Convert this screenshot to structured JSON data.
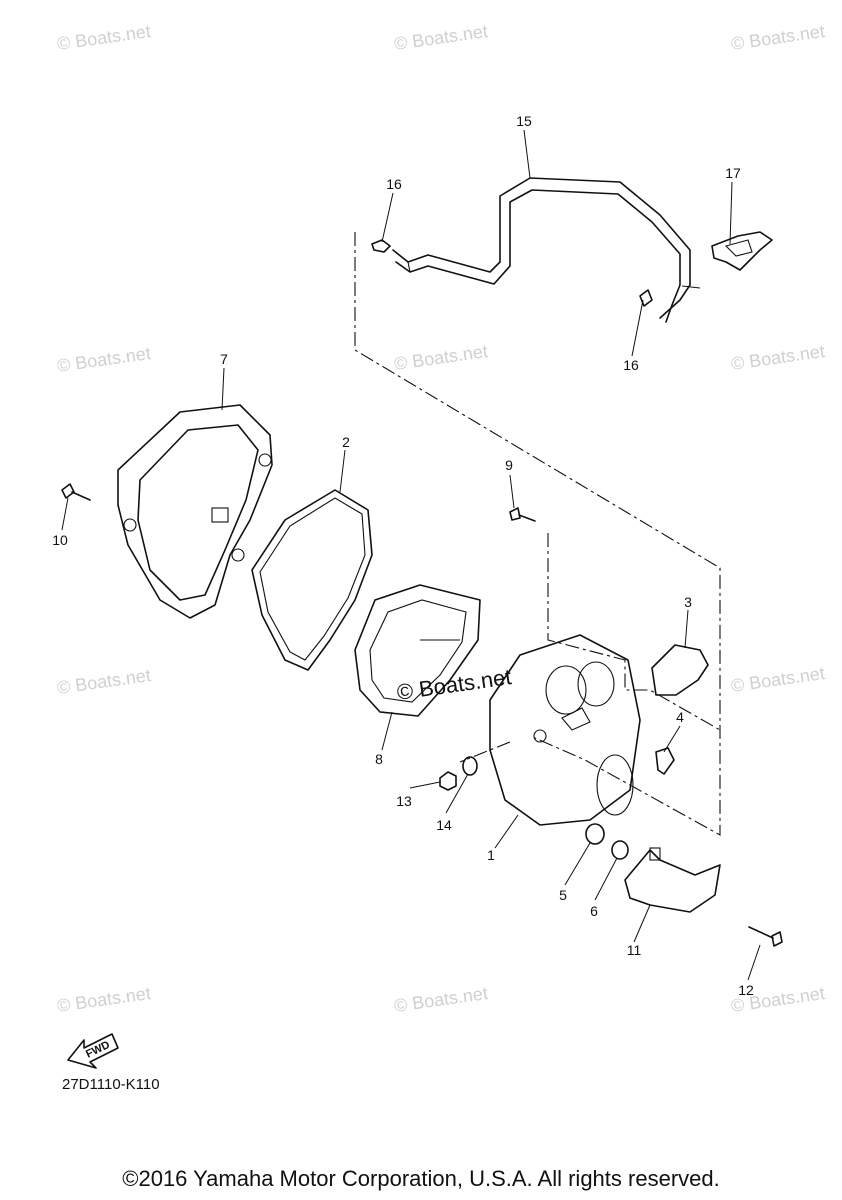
{
  "watermarks": {
    "small": "© Boats.net",
    "center": "© Boats.net"
  },
  "callouts": {
    "p1": "1",
    "p2": "2",
    "p3": "3",
    "p4": "4",
    "p5": "5",
    "p6": "6",
    "p7": "7",
    "p8": "8",
    "p9": "9",
    "p10": "10",
    "p11": "11",
    "p12": "12",
    "p13": "13",
    "p14": "14",
    "p15": "15",
    "p16a": "16",
    "p16b": "16",
    "p17": "17"
  },
  "fwd_label": "FWD",
  "diagram_code": "27D1110-K110",
  "copyright": "©2016 Yamaha Motor Corporation, U.S.A. All rights reserved."
}
